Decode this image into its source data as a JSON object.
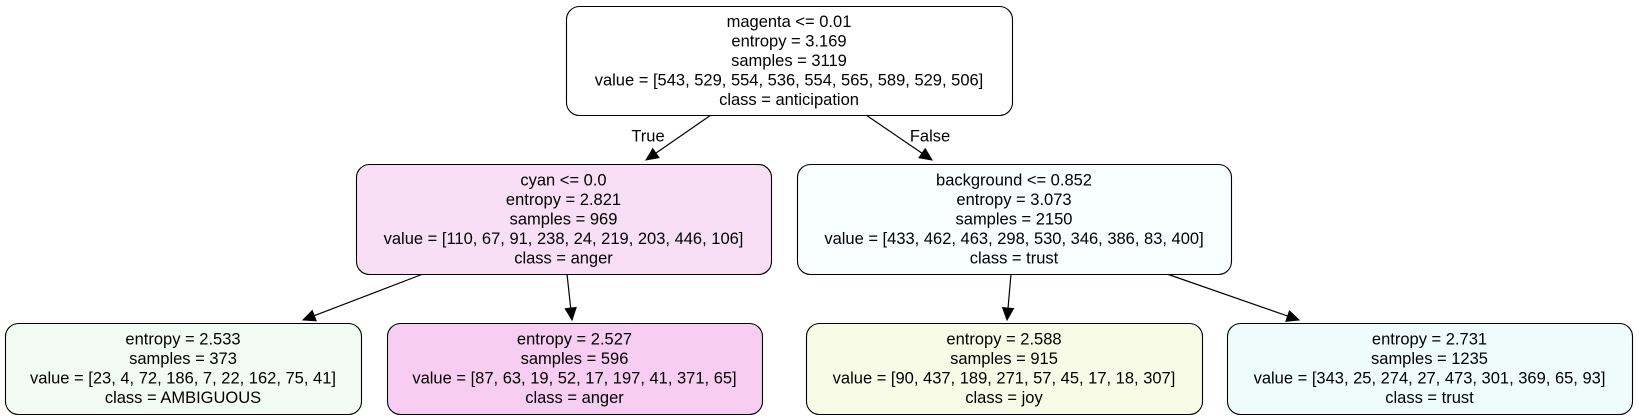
{
  "diagram": {
    "nodes": [
      {
        "id": "root",
        "fill": "#ffffff",
        "lines": [
          "magenta <= 0.01",
          "entropy = 3.169",
          "samples = 3119",
          "value = [543, 529, 554, 536, 554, 565, 589, 529, 506]",
          "class = anticipation"
        ]
      },
      {
        "id": "left",
        "fill": "#f9dff5",
        "lines": [
          "cyan <= 0.0",
          "entropy = 2.821",
          "samples = 969",
          "value = [110, 67, 91, 238, 24, 219, 203, 446, 106]",
          "class = anger"
        ]
      },
      {
        "id": "right",
        "fill": "#f8fdfd",
        "lines": [
          "background <= 0.852",
          "entropy = 3.073",
          "samples = 2150",
          "value = [433, 462, 463, 298, 530, 346, 386, 83, 400]",
          "class = trust"
        ]
      },
      {
        "id": "leaf-1",
        "fill": "#f3fbf5",
        "lines": [
          "entropy = 2.533",
          "samples = 373",
          "value = [23, 4, 72, 186, 7, 22, 162, 75, 41]",
          "class = AMBIGUOUS"
        ]
      },
      {
        "id": "leaf-2",
        "fill": "#f7cdf2",
        "lines": [
          "entropy = 2.527",
          "samples = 596",
          "value = [87, 63, 19, 52, 17, 197, 41, 371, 65]",
          "class = anger"
        ]
      },
      {
        "id": "leaf-3",
        "fill": "#f8fbe5",
        "lines": [
          "entropy = 2.588",
          "samples = 915",
          "value = [90, 437, 189, 271, 57, 45, 17, 18, 307]",
          "class = joy"
        ]
      },
      {
        "id": "leaf-4",
        "fill": "#eefcfb",
        "lines": [
          "entropy = 2.731",
          "samples = 1235",
          "value = [343, 25, 274, 27, 473, 301, 369, 65, 93]",
          "class = trust"
        ]
      }
    ],
    "edges": [
      {
        "from": "root",
        "to": "left",
        "label": "True"
      },
      {
        "from": "root",
        "to": "right",
        "label": "False"
      },
      {
        "from": "left",
        "to": "leaf-1",
        "label": ""
      },
      {
        "from": "left",
        "to": "leaf-2",
        "label": ""
      },
      {
        "from": "right",
        "to": "leaf-3",
        "label": ""
      },
      {
        "from": "right",
        "to": "leaf-4",
        "label": ""
      }
    ]
  }
}
